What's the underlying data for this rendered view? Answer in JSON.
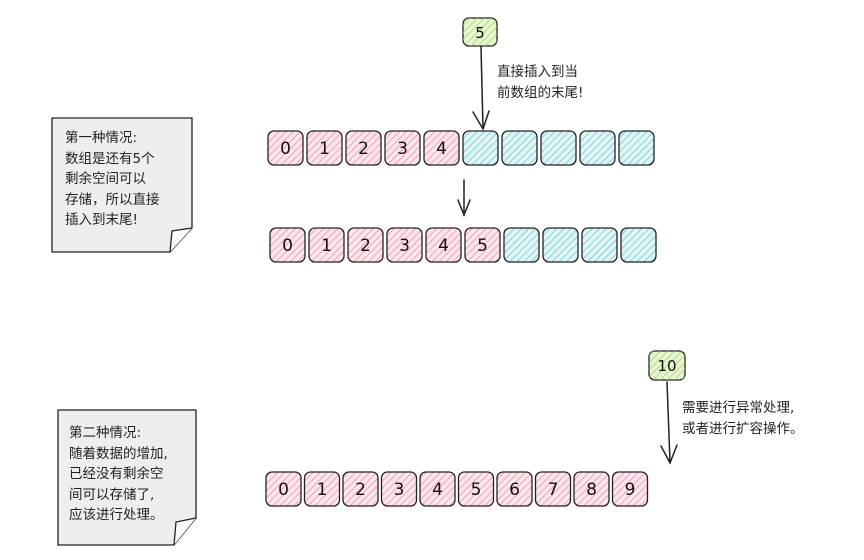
{
  "scenario_one": {
    "note": "第一种情况:\n数组是还有5个\n剩余空间可以\n存储，所以直接\n插入到末尾!",
    "new_element": "5",
    "annotation": "直接插入到当\n前数组的末尾!",
    "array_before": [
      "0",
      "1",
      "2",
      "3",
      "4",
      "",
      "",
      "",
      "",
      ""
    ],
    "array_after": [
      "0",
      "1",
      "2",
      "3",
      "4",
      "5",
      "",
      "",
      "",
      ""
    ]
  },
  "scenario_two": {
    "note": "第二种情况:\n随着数据的增加,\n已经没有剩余空\n间可以存储了,\n应该进行处理。",
    "new_element": "10",
    "annotation": "需要进行异常处理,\n或者进行扩容操作。",
    "array_full": [
      "0",
      "1",
      "2",
      "3",
      "4",
      "5",
      "6",
      "7",
      "8",
      "9"
    ]
  },
  "colors": {
    "filled_cell": "#f4a6b8",
    "empty_cell": "#8fd6d9",
    "new_element": "#b5e07a",
    "note_paper": "#eeeeee",
    "stroke": "#222222"
  }
}
